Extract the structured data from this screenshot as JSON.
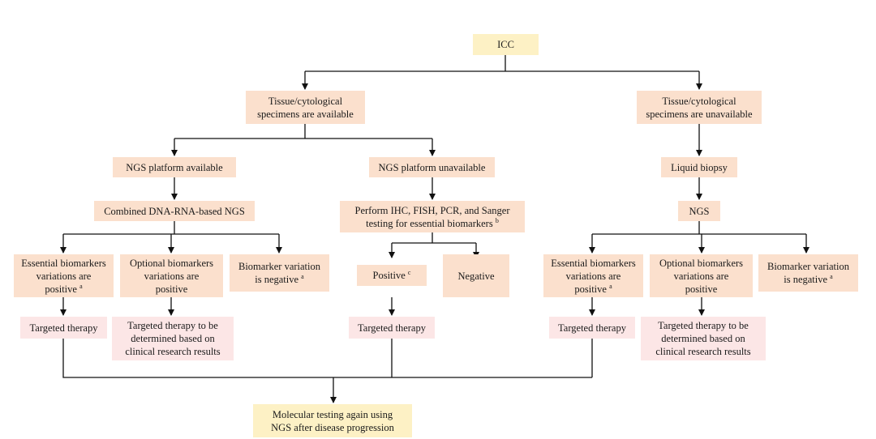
{
  "colors": {
    "decision_box": "#fbe0cd",
    "therapy_box": "#fce6e6",
    "start_end_box": "#fdf1c5",
    "connector": "#111111"
  },
  "nodes": {
    "root": "ICC",
    "tissue_available": "Tissue/cytological\nspecimens are available",
    "tissue_unavailable": "Tissue/cytological\nspecimens are unavailable",
    "ngs_available": "NGS platform available",
    "ngs_unavailable": "NGS platform unavailable",
    "liquid_biopsy": "Liquid biopsy",
    "combined_ngs": "Combined DNA-RNA-based NGS",
    "perform_tests": "Perform IHC, FISH, PCR, and Sanger\ntesting for essential biomarkers",
    "perform_tests_note": "b",
    "ngs": "NGS",
    "left_essential": "Essential biomarkers\nvariations are\npositive",
    "left_essential_note": "a",
    "left_optional": "Optional biomarkers\nvariations are\npositive",
    "left_negative": "Biomarker variation\nis negative",
    "left_negative_note": "a",
    "positive": "Positive",
    "positive_note": "c",
    "negative": "Negative",
    "right_essential": "Essential biomarkers\nvariations are\npositive",
    "right_essential_note": "a",
    "right_optional": "Optional biomarkers\nvariations are\npositive",
    "right_negative": "Biomarker variation\nis negative",
    "right_negative_note": "a",
    "left_targeted": "Targeted therapy",
    "left_to_be_determined": "Targeted therapy to be\ndetermined based on\nclinical research results",
    "middle_targeted": "Targeted therapy",
    "right_targeted": "Targeted therapy",
    "right_to_be_determined": "Targeted therapy to be\ndetermined based on\nclinical research results",
    "final": "Molecular testing again using\nNGS after disease progression"
  }
}
